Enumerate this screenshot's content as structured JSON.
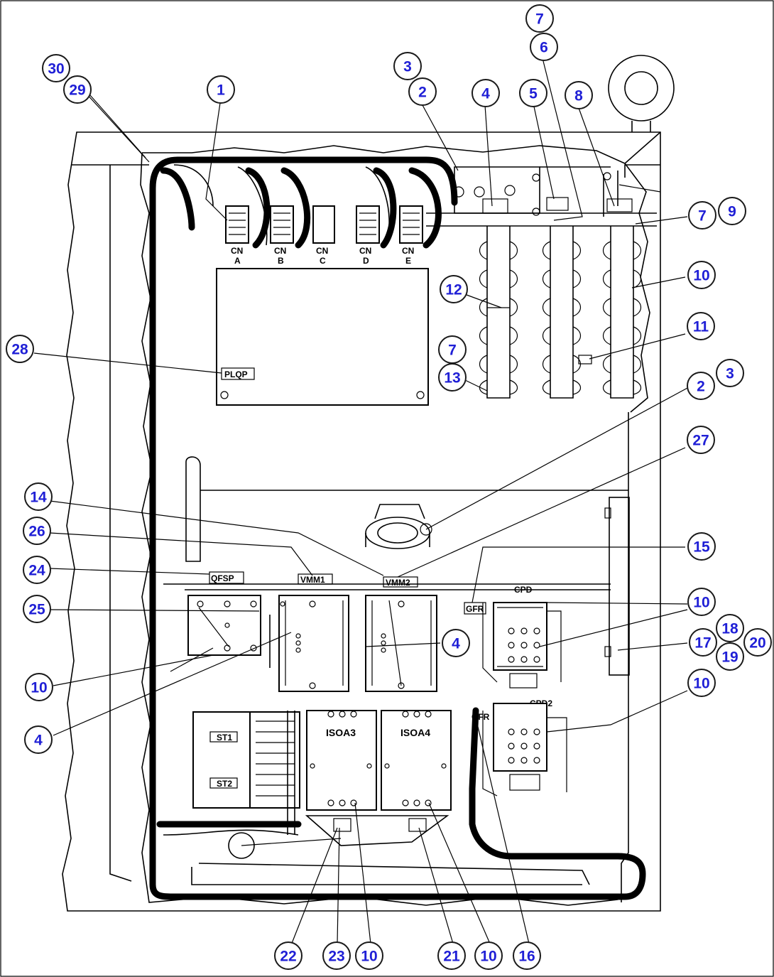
{
  "callouts": {
    "c30": "30",
    "c29": "29",
    "c1": "1",
    "c3a": "3",
    "c2a": "2",
    "c4a": "4",
    "c7a": "7",
    "c6": "6",
    "c5": "5",
    "c8": "8",
    "c7b": "7",
    "c9": "9",
    "c10a": "10",
    "c12": "12",
    "c11": "11",
    "c28": "28",
    "c7c": "7",
    "c13": "13",
    "c2b": "2",
    "c3b": "3",
    "c27": "27",
    "c14": "14",
    "c26": "26",
    "c24": "24",
    "c15": "15",
    "c25": "25",
    "c10b": "10",
    "c4b": "4",
    "c18": "18",
    "c17": "17",
    "c20": "20",
    "c19": "19",
    "c10c": "10",
    "c4c": "4",
    "c10d": "10",
    "c22": "22",
    "c23": "23",
    "c10e": "10",
    "c21": "21",
    "c10f": "10",
    "c16": "16"
  },
  "labels": {
    "cn_a": "CN",
    "cn_a2": "A",
    "cn_b": "CN",
    "cn_b2": "B",
    "cn_c": "CN",
    "cn_c2": "C",
    "cn_d": "CN",
    "cn_d2": "D",
    "cn_e": "CN",
    "cn_e2": "E",
    "plqp": "PLQP",
    "qfsp": "QFSP",
    "vmm1": "VMM1",
    "vmm2": "VMM2",
    "cpd": "CPD",
    "cpd2": "CPD2",
    "gfr": "GFR",
    "gfr2": "GFR",
    "isoa3": "ISOA3",
    "isoa4": "ISOA4",
    "st1": "ST1",
    "st2": "ST2"
  }
}
